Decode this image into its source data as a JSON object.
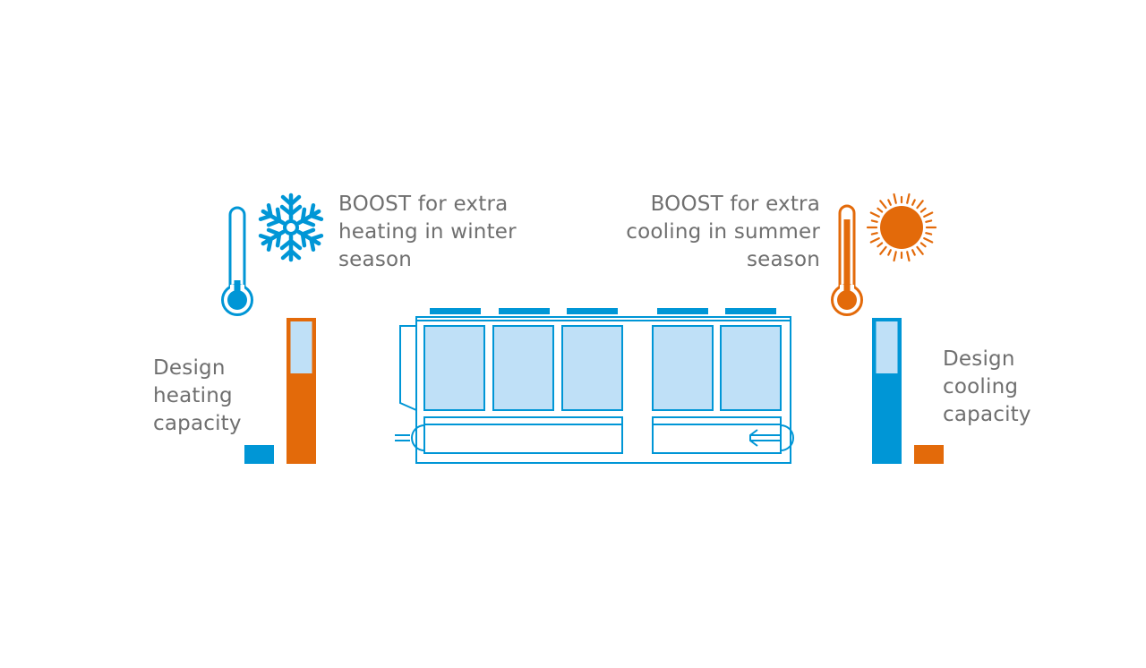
{
  "winter_label": {
    "lines": [
      "BOOST for extra",
      "heating in winter",
      "season"
    ]
  },
  "summer_label": {
    "lines": [
      "BOOST for extra",
      "cooling in summer",
      "season"
    ]
  },
  "heating_capacity_label": {
    "lines": [
      "Design",
      "heating",
      "capacity"
    ]
  },
  "cooling_capacity_label": {
    "lines": [
      "Design",
      "cooling",
      "capacity"
    ]
  },
  "icons": {
    "winter_thermometer": "thermometer-low-icon",
    "snowflake": "snowflake-icon",
    "summer_thermometer": "thermometer-high-icon",
    "sun": "sun-icon",
    "unit": "chiller-unit-icon"
  },
  "colors": {
    "blue": "#0096d6",
    "light_blue": "#bfe0f7",
    "orange": "#e36a0a",
    "text": "#6f6f6f"
  }
}
